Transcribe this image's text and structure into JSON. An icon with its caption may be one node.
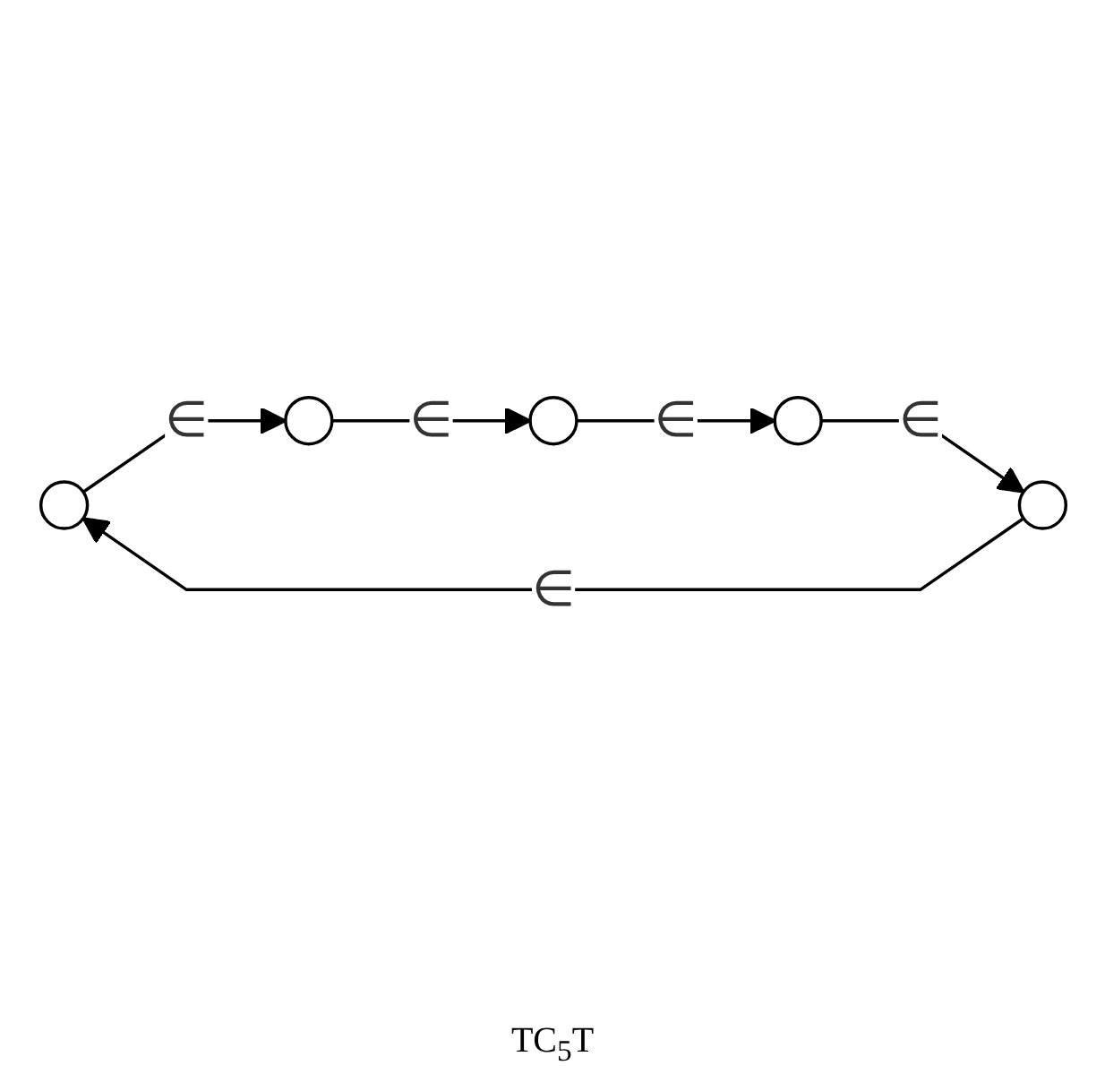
{
  "diagram": {
    "caption": "TC$_{5}$T",
    "nodes": [
      {
        "text": [],
        "shape": "circle"
      },
      {
        "text": [],
        "shape": "circle"
      },
      {
        "text": [],
        "shape": "circle"
      },
      {
        "text": [],
        "shape": "circle"
      },
      {
        "text": [],
        "shape": "circle"
      }
    ],
    "edges": [
      {
        "from": 1,
        "to": 0,
        "arrow": "to",
        "label": "∈"
      },
      {
        "from": 0,
        "to": 2,
        "arrow": "to",
        "label": "∈"
      },
      {
        "from": 2,
        "to": 3,
        "arrow": "to",
        "label": "∈"
      },
      {
        "from": 3,
        "to": 4,
        "arrow": "to",
        "label": "∈"
      },
      {
        "from": 4,
        "to": 1,
        "arrow": "to",
        "label": "∈"
      }
    ]
  }
}
